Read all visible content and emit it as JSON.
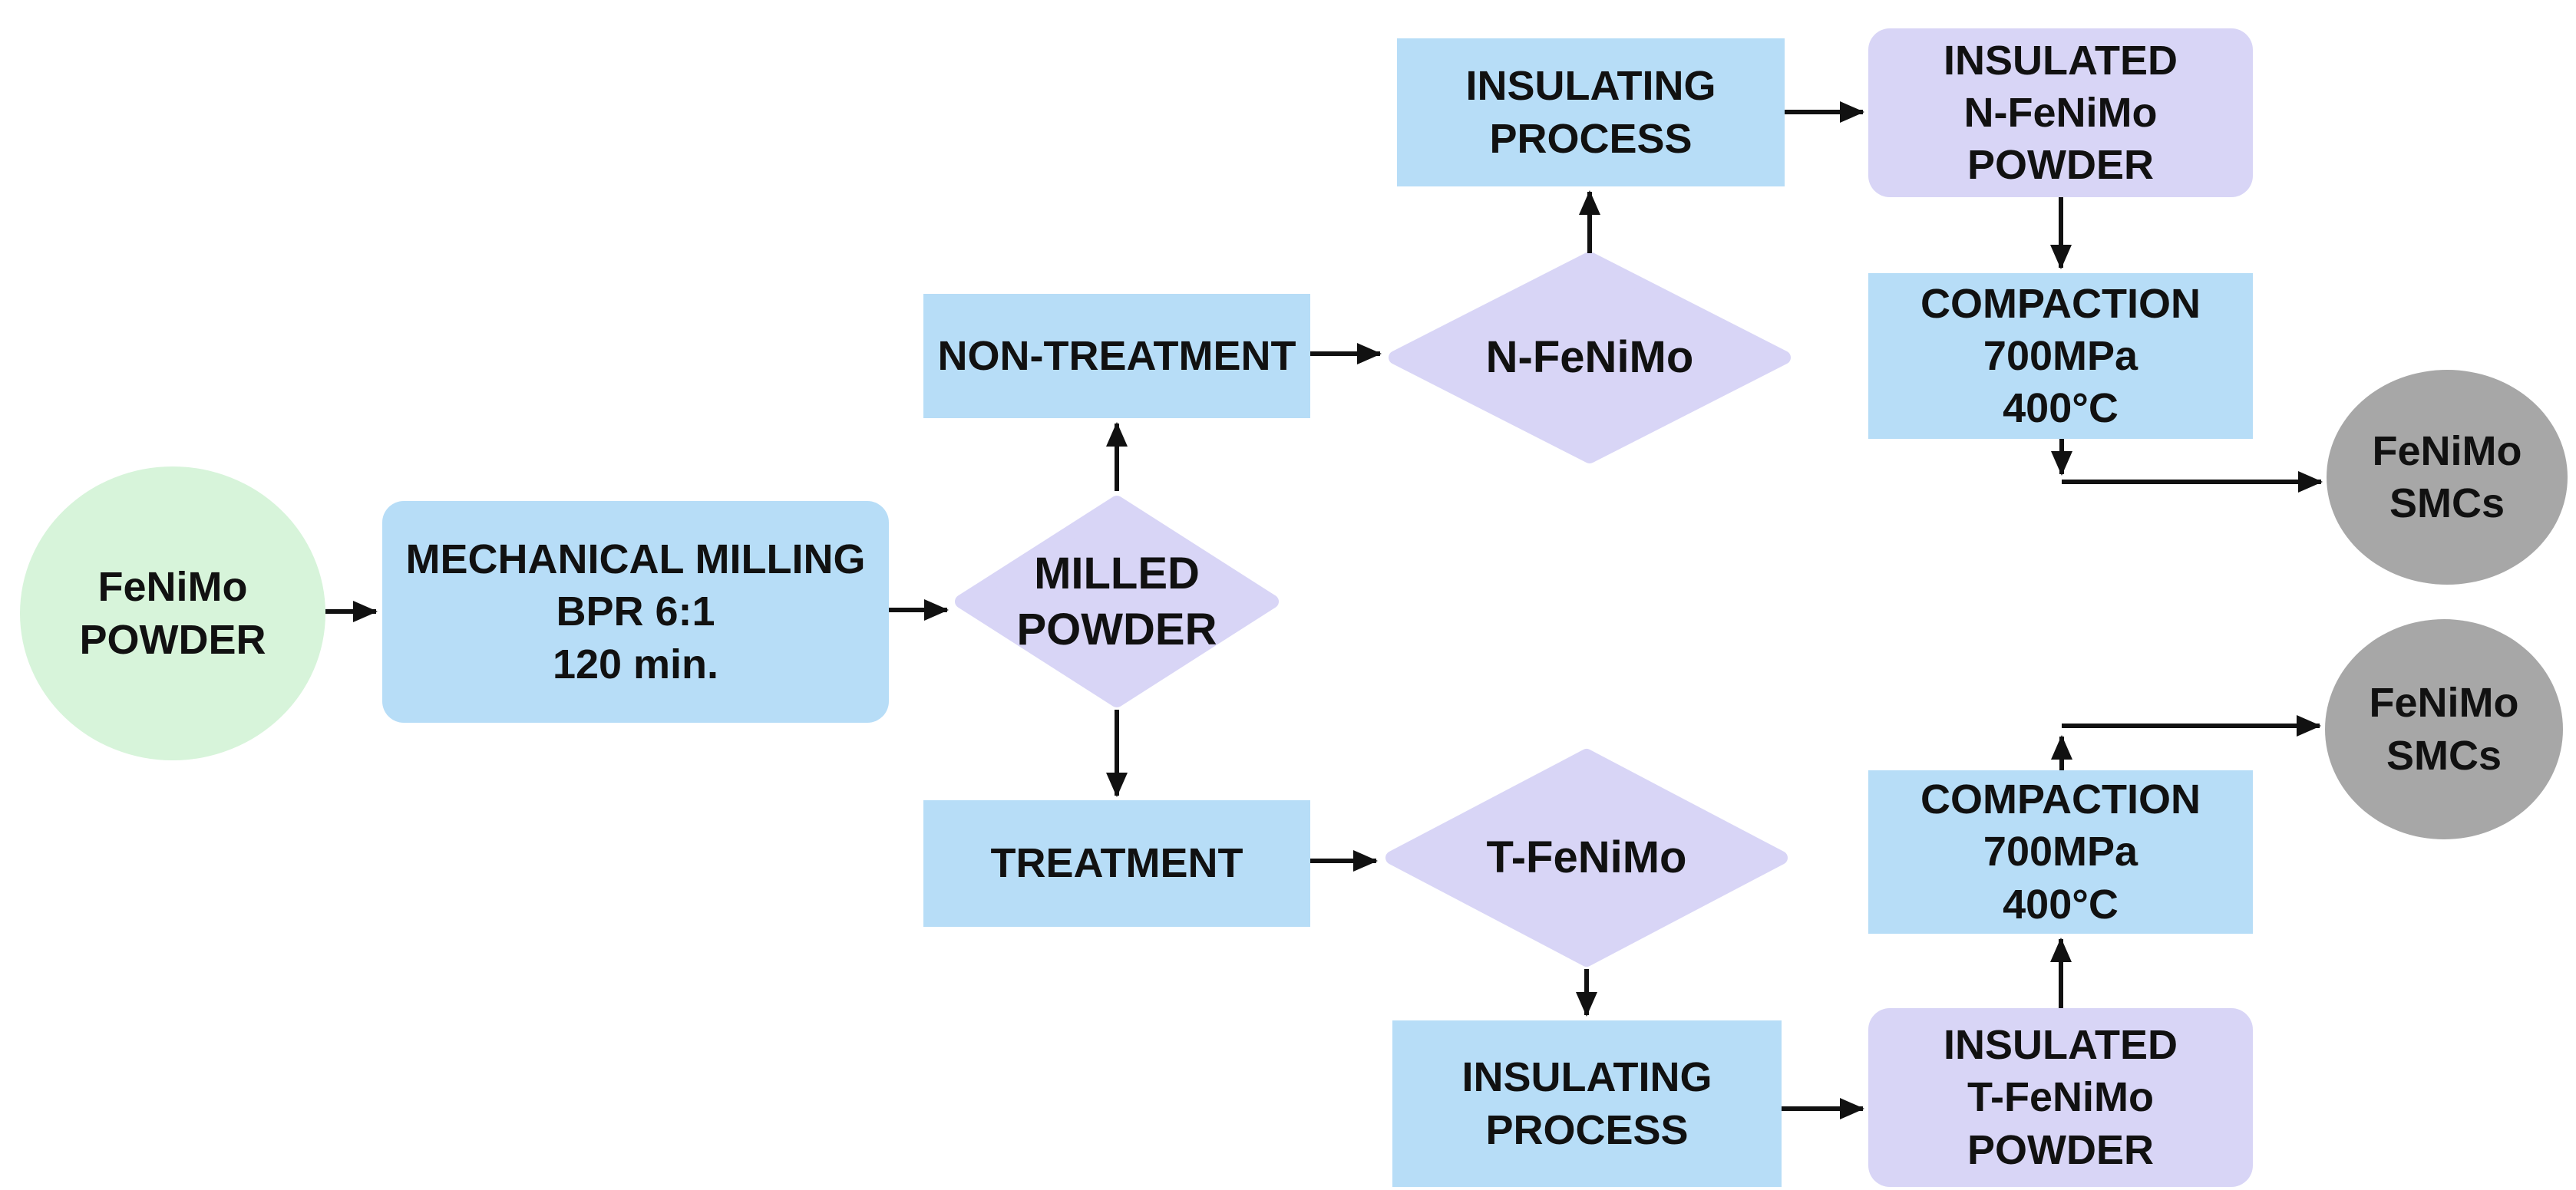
{
  "colors": {
    "background": "#ffffff",
    "node-green": "#d7f4da",
    "node-blue": "#b7ddf7",
    "node-lavender": "#d8d5f6",
    "node-gray": "#a7a7a7",
    "arrow": "#111111",
    "text": "#111111"
  },
  "nodes": {
    "start": {
      "label": "FeNiMo\nPOWDER"
    },
    "milling": {
      "label": "MECHANICAL MILLING\nBPR 6:1\n120 min."
    },
    "milled": {
      "label": "MILLED\nPOWDER"
    },
    "non_treatment": {
      "label": "NON-TREATMENT"
    },
    "n_fenimo": {
      "label": "N-FeNiMo"
    },
    "insulating_top": {
      "label": "INSULATING\nPROCESS"
    },
    "insulated_n": {
      "label": "INSULATED\nN-FeNiMo\nPOWDER"
    },
    "compaction_top": {
      "label": "COMPACTION\n700MPa\n400°C"
    },
    "smcs_top": {
      "label": "FeNiMo\nSMCs"
    },
    "treatment": {
      "label": "TREATMENT"
    },
    "t_fenimo": {
      "label": "T-FeNiMo"
    },
    "insulating_bottom": {
      "label": "INSULATING\nPROCESS"
    },
    "insulated_t": {
      "label": "INSULATED\nT-FeNiMo\nPOWDER"
    },
    "compaction_bottom": {
      "label": "COMPACTION\n700MPa\n400°C"
    },
    "smcs_bottom": {
      "label": "FeNiMo\nSMCs"
    }
  }
}
